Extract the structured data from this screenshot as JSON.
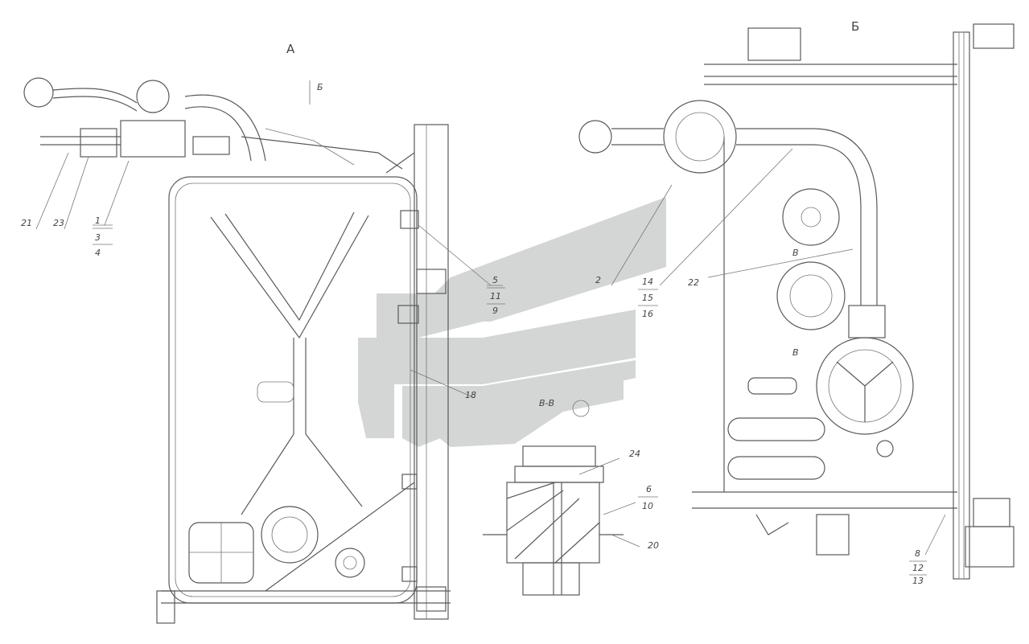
{
  "views": {
    "a": "А",
    "b": "Б",
    "b_marker": "Б",
    "v_marker_top": "В",
    "v_marker_bottom": "В",
    "section": "В-В"
  },
  "callouts": {
    "c21": "21",
    "c23": "23",
    "c1": "1",
    "c3": "3",
    "c4": "4",
    "c5": "5",
    "c11": "11",
    "c9": "9",
    "c18": "18",
    "c2": "2",
    "c14": "14",
    "c15": "15",
    "c16": "16",
    "c22": "22",
    "c24": "24",
    "c6": "6",
    "c10": "10",
    "c20": "20",
    "c8": "8",
    "c12": "12",
    "c13": "13"
  },
  "colors": {
    "line": "#5a5a5a",
    "watermark": "#d3d6d4"
  }
}
